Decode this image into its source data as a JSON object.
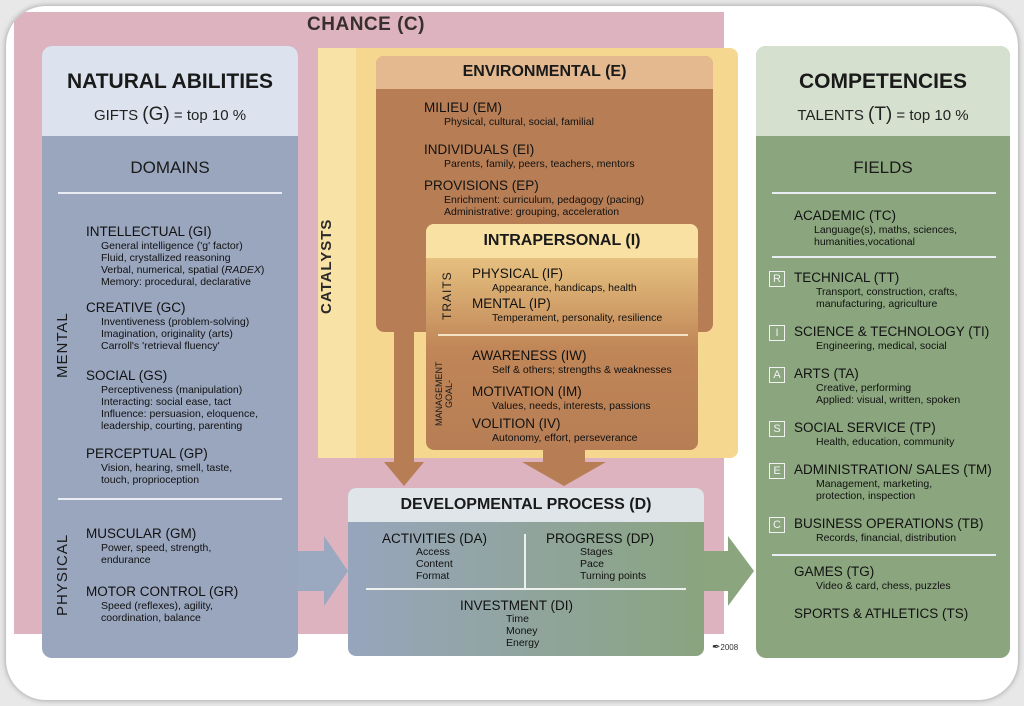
{
  "chance": {
    "title": "CHANCE (C)"
  },
  "natural_abilities": {
    "title": "NATURAL ABILITIES",
    "subtitle_pre": "GIFTS ",
    "subtitle_letter": "(G)",
    "subtitle_post": " = top 10 %",
    "domains_label": "DOMAINS",
    "mental_label": "MENTAL",
    "physical_label": "PHYSICAL",
    "items": [
      {
        "title": "INTELLECTUAL (GI)",
        "lines": [
          "General intelligence ('g' factor)",
          "Fluid, crystallized reasoning",
          "Verbal, numerical, spatial (RADEX)",
          "Memory: procedural, declarative"
        ]
      },
      {
        "title": "CREATIVE (GC)",
        "lines": [
          "Inventiveness (problem-solving)",
          "Imagination, originality (arts)",
          "Carroll's 'retrieval fluency'"
        ]
      },
      {
        "title": "SOCIAL (GS)",
        "lines": [
          "Perceptiveness (manipulation)",
          "Interacting: social ease, tact",
          "Influence: persuasion, eloquence,",
          "leadership, courting, parenting"
        ]
      },
      {
        "title": "PERCEPTUAL (GP)",
        "lines": [
          "Vision, hearing, smell, taste,",
          "touch, proprioception"
        ]
      },
      {
        "title": "MUSCULAR (GM)",
        "lines": [
          "Power, speed, strength,",
          "endurance"
        ]
      },
      {
        "title": "MOTOR CONTROL (GR)",
        "lines": [
          "Speed (reflexes), agility,",
          "coordination, balance"
        ]
      }
    ]
  },
  "catalysts": {
    "label": "CATALYSTS"
  },
  "environmental": {
    "title": "ENVIRONMENTAL (E)",
    "items": [
      {
        "title": "MILIEU (EM)",
        "lines": [
          "Physical, cultural, social, familial"
        ]
      },
      {
        "title": "INDIVIDUALS (EI)",
        "lines": [
          "Parents, family, peers, teachers, mentors"
        ]
      },
      {
        "title": "PROVISIONS (EP)",
        "lines": [
          "Enrichment: curriculum, pedagogy (pacing)",
          "Administrative: grouping, acceleration"
        ]
      }
    ]
  },
  "intrapersonal": {
    "title": "INTRAPERSONAL (I)",
    "traits_label": "TRAITS",
    "goal_label_1": "GOAL-",
    "goal_label_2": "MANAGEMENT",
    "items": [
      {
        "title": "PHYSICAL (IF)",
        "lines": [
          "Appearance, handicaps, health"
        ]
      },
      {
        "title": "MENTAL (IP)",
        "lines": [
          "Temperament, personality, resilience"
        ]
      },
      {
        "title": "AWARENESS (IW)",
        "lines": [
          "Self & others; strengths & weaknesses"
        ]
      },
      {
        "title": "MOTIVATION (IM)",
        "lines": [
          "Values, needs, interests, passions"
        ]
      },
      {
        "title": "VOLITION (IV)",
        "lines": [
          "Autonomy, effort, perseverance"
        ]
      }
    ]
  },
  "developmental": {
    "title": "DEVELOPMENTAL PROCESS (D)",
    "activities": {
      "title": "ACTIVITIES (DA)",
      "lines": [
        "Access",
        "Content",
        "Format"
      ]
    },
    "progress": {
      "title": "PROGRESS (DP)",
      "lines": [
        "Stages",
        "Pace",
        "Turning points"
      ]
    },
    "investment": {
      "title": "INVESTMENT (DI)",
      "lines": [
        "Time",
        "Money",
        "Energy"
      ]
    }
  },
  "competencies": {
    "title": "COMPETENCIES",
    "subtitle_pre": "TALENTS ",
    "subtitle_letter": "(T)",
    "subtitle_post": " = top 10 %",
    "fields_label": "FIELDS",
    "items": [
      {
        "box": "",
        "title": "ACADEMIC (TC)",
        "lines": [
          "Language(s), maths, sciences,",
          "humanities,vocational"
        ]
      },
      {
        "box": "R",
        "title": "TECHNICAL (TT)",
        "lines": [
          "Transport, construction, crafts,",
          "manufacturing, agriculture"
        ]
      },
      {
        "box": "I",
        "title": "SCIENCE & TECHNOLOGY (TI)",
        "lines": [
          "Engineering, medical, social"
        ]
      },
      {
        "box": "A",
        "title": "ARTS (TA)",
        "lines": [
          "Creative, performing",
          "Applied: visual, written, spoken"
        ]
      },
      {
        "box": "S",
        "title": "SOCIAL SERVICE (TP)",
        "lines": [
          "Health, education, community"
        ]
      },
      {
        "box": "E",
        "title": "ADMINISTRATION/ SALES (TM)",
        "lines": [
          "Management, marketing,",
          "protection, inspection"
        ]
      },
      {
        "box": "C",
        "title": "BUSINESS OPERATIONS (TB)",
        "lines": [
          "Records, financial, distribution"
        ]
      },
      {
        "box": "",
        "title": "GAMES (TG)",
        "lines": [
          "Video & card, chess, puzzles"
        ]
      },
      {
        "box": "",
        "title": "SPORTS & ATHLETICS (TS)",
        "lines": []
      }
    ]
  },
  "signature": {
    "year": "2008"
  },
  "colors": {
    "chance": "#dcb3bf",
    "gifts": "#99a6be",
    "talents": "#8ba67e",
    "catalysts": "#f5d78f",
    "environmental": "#b77e56",
    "arrow": "#b77e56"
  }
}
